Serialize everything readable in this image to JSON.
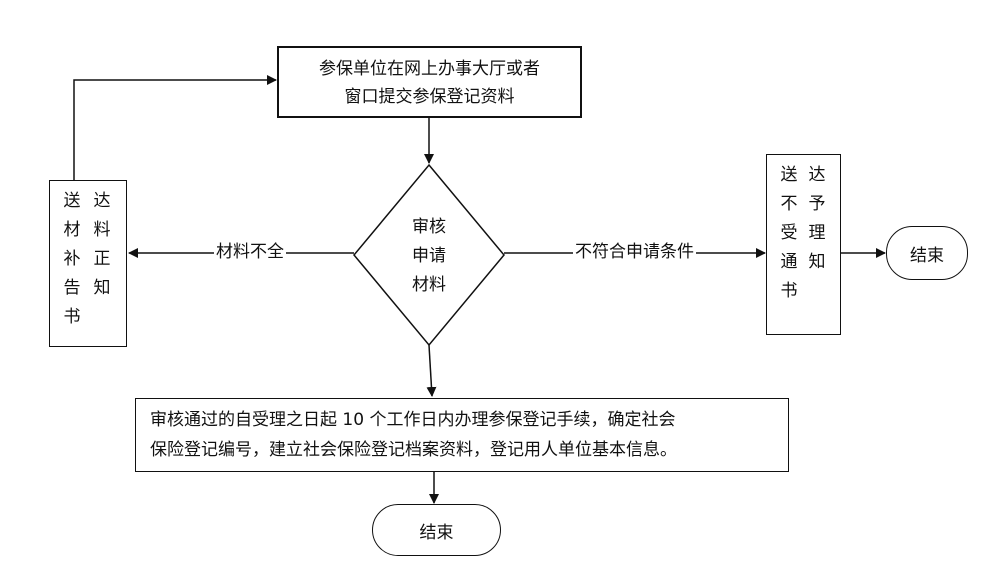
{
  "nodes": {
    "submit": {
      "line1": "参保单位在网上办事大厅或者",
      "line2": "窗口提交参保登记资料"
    },
    "review": {
      "line1": "审核",
      "line2": "申请",
      "line3": "材料"
    },
    "supplement_notice": {
      "col_right": [
        "达",
        "料",
        "正",
        "知"
      ],
      "col_left": [
        "送",
        "材",
        "补",
        "告",
        "书"
      ]
    },
    "reject_notice": {
      "col_right": [
        "达",
        "予",
        "理",
        "知"
      ],
      "col_left": [
        "送",
        "不",
        "受",
        "通",
        "书"
      ]
    },
    "process": {
      "line1": "审核通过的自受理之日起 10 个工作日内办理参保登记手续，确定社会",
      "line2": "保险登记编号，建立社会保险登记档案资料，登记用人单位基本信息。"
    },
    "end_right": "结束",
    "end_bottom": "结束"
  },
  "edges": {
    "incomplete": "材料不全",
    "nonconforming": "不符合申请条件"
  }
}
